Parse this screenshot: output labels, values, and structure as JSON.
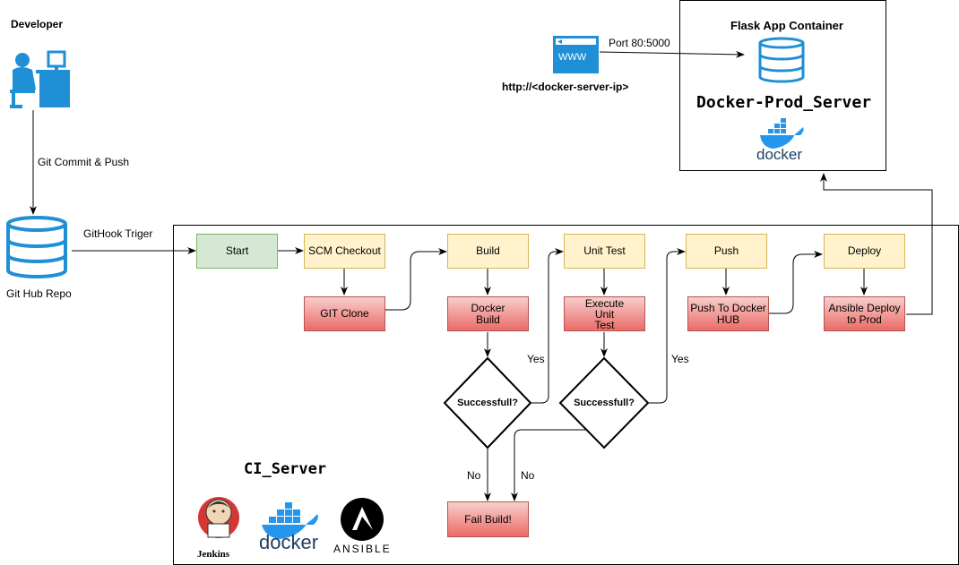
{
  "developer": {
    "label": "Developer"
  },
  "edges": {
    "git_commit_push": "Git Commit & Push",
    "githook_trigger": "GitHook Triger",
    "port_mapping": "Port 80:5000",
    "yes": "Yes",
    "no": "No"
  },
  "repo": {
    "label": "Git Hub Repo"
  },
  "web": {
    "icon_text": "WWW",
    "url": "http://<docker-server-ip>"
  },
  "prod_server": {
    "container_label": "Flask App Container",
    "title": "Docker-Prod_Server",
    "logo_text": "docker"
  },
  "ci_server": {
    "title": "CI_Server",
    "logos": {
      "jenkins": "Jenkins",
      "docker": "docker",
      "ansible": "ANSIBLE"
    }
  },
  "pipeline": {
    "start": "Start",
    "scm_checkout": "SCM Checkout",
    "git_clone": "GIT Clone",
    "build": "Build",
    "docker_build": "Docker\nBuild",
    "unit_test": "Unit Test",
    "execute_unit_test": "Execute\nUnit\nTest",
    "push": "Push",
    "push_to_docker_hub": "Push To Docker\nHUB",
    "deploy": "Deploy",
    "ansible_deploy": "Ansible Deploy\nto Prod",
    "decision_build": "Successfull?",
    "decision_test": "Successfull?",
    "fail_build": "Fail Build!"
  },
  "colors": {
    "icon_blue": "#1f8fd6",
    "start_fill": "#d5e8d4",
    "stage_fill": "#fff2cc",
    "step_fill": "#f8cecc",
    "step_fill_dark": "#ea6b66"
  }
}
